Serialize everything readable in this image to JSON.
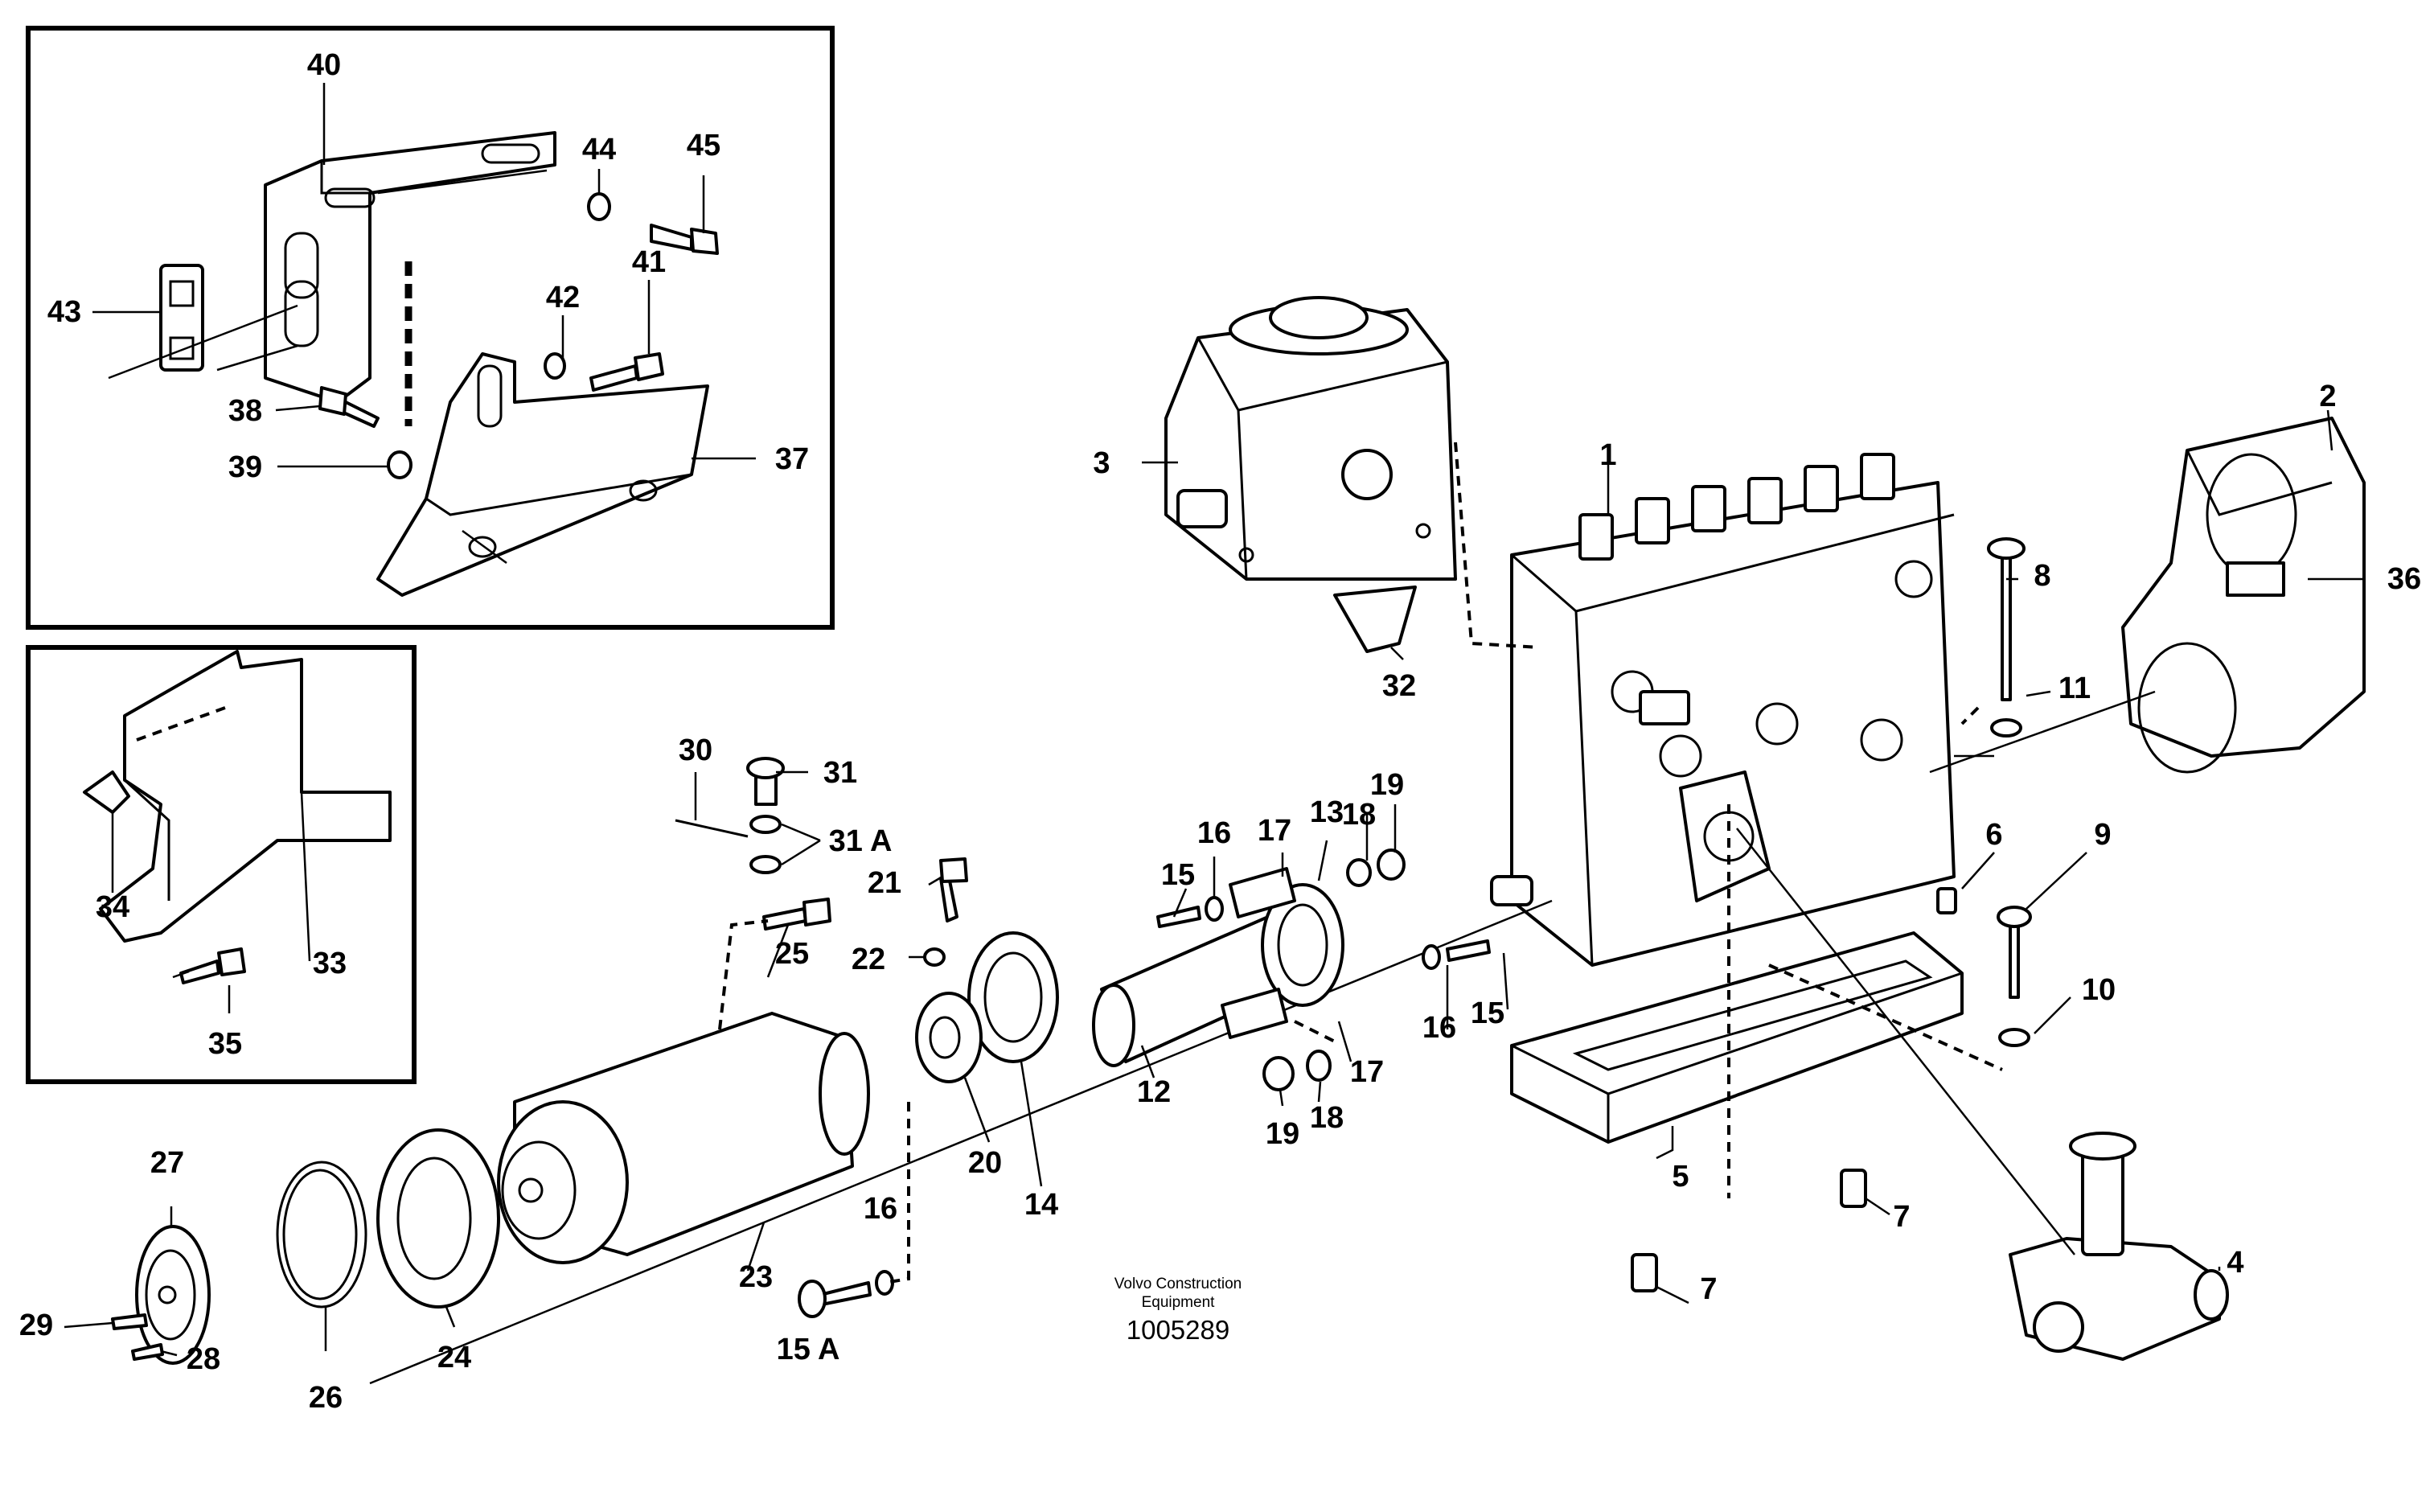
{
  "callouts": {
    "c1": "1",
    "c2": "2",
    "c3": "3",
    "c4": "4",
    "c5": "5",
    "c6": "6",
    "c7a": "7",
    "c7b": "7",
    "c8": "8",
    "c9": "9",
    "c10": "10",
    "c11": "11",
    "c12": "12",
    "c13": "13",
    "c14": "14",
    "c15a": "15",
    "c15b": "15",
    "c15A": "15 A",
    "c16a": "16",
    "c16b": "16",
    "c16c": "16",
    "c17a": "17",
    "c17b": "17",
    "c18a": "18",
    "c18b": "18",
    "c19a": "19",
    "c19b": "19",
    "c20": "20",
    "c21": "21",
    "c22": "22",
    "c23": "23",
    "c24": "24",
    "c25": "25",
    "c26": "26",
    "c27": "27",
    "c28": "28",
    "c29": "29",
    "c30": "30",
    "c31": "31",
    "c31A": "31 A",
    "c32": "32",
    "c33": "33",
    "c34": "34",
    "c35": "35",
    "c36": "36",
    "c37": "37",
    "c38": "38",
    "c39": "39",
    "c40": "40",
    "c41": "41",
    "c42": "42",
    "c43": "43",
    "c44": "44",
    "c45": "45"
  },
  "caption": {
    "line1": "Volvo Construction",
    "line2": "Equipment",
    "doc_number": "1005289"
  }
}
